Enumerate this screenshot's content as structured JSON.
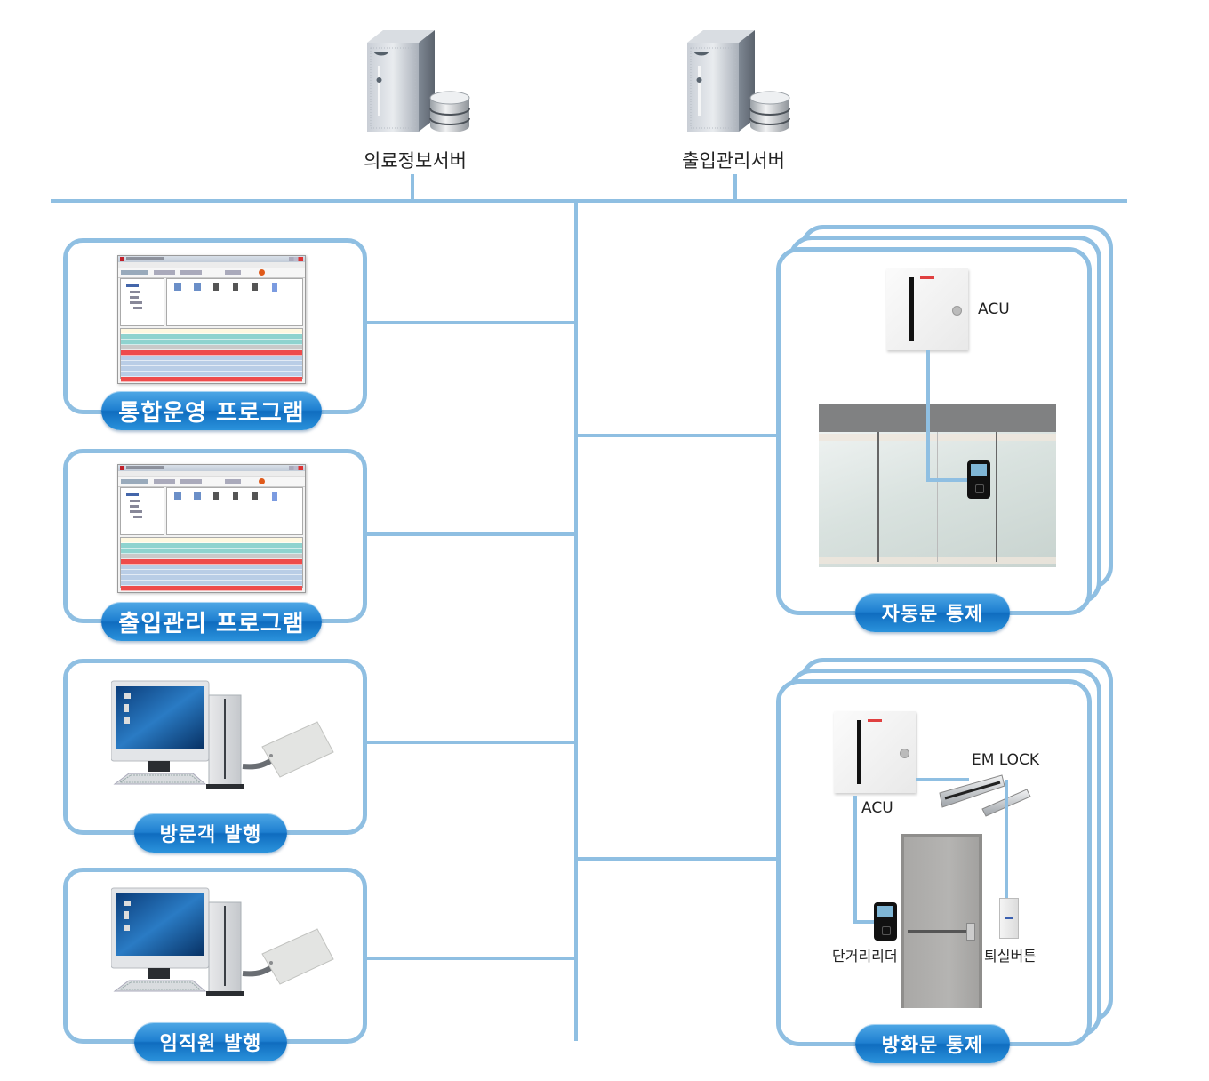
{
  "colors": {
    "connector": "#8fbfe2",
    "pill_top": "#4fa8e6",
    "pill_bottom": "#0f6cbf",
    "row_teal": "#8fd3cf",
    "row_red": "#ee4b4b",
    "row_blue": "#b9cde6",
    "row_grey": "#c9c9c9"
  },
  "servers": [
    {
      "label": "의료정보서버",
      "icon": "server-database-icon"
    },
    {
      "label": "출입관리서버",
      "icon": "server-database-icon"
    }
  ],
  "left_panels": [
    {
      "title": "통합운영 프로그램",
      "content": "app-screenshot"
    },
    {
      "title": "출입관리 프로그램",
      "content": "app-screenshot"
    },
    {
      "title": "방문객 발행",
      "content": "pc-with-card-reader"
    },
    {
      "title": "임직원 발행",
      "content": "pc-with-card-reader"
    }
  ],
  "right_panels": [
    {
      "title": "자동문 통제",
      "devices": {
        "acu": "ACU"
      }
    },
    {
      "title": "방화문 통제",
      "devices": {
        "acu": "ACU",
        "em_lock": "EM LOCK",
        "reader": "단거리리더",
        "exit_button": "퇴실버튼"
      }
    }
  ]
}
